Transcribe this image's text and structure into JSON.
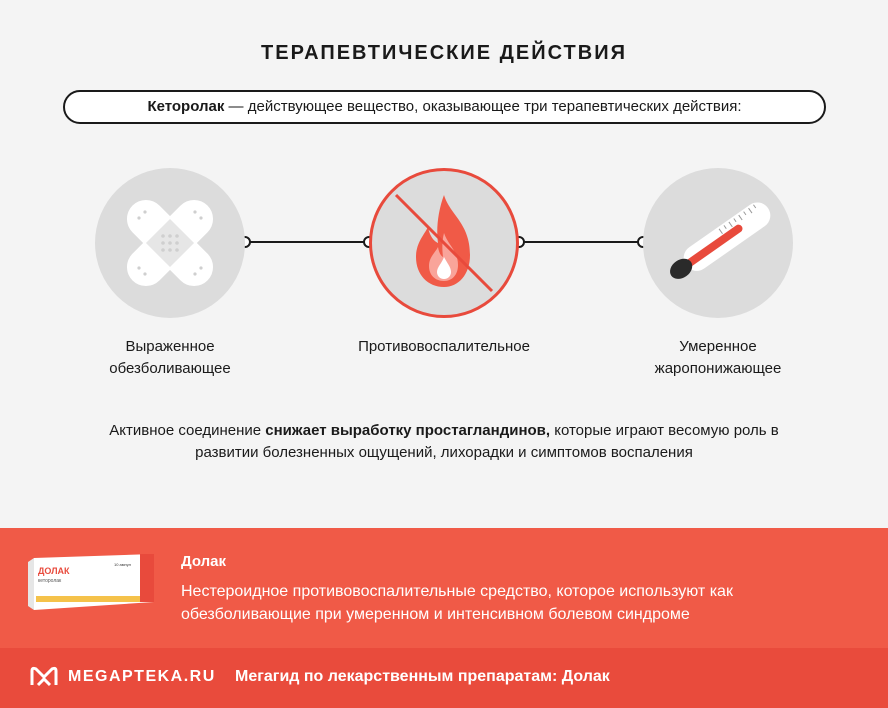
{
  "header": {
    "title": "ТЕРАПЕВТИЧЕСКИЕ ДЕЙСТВИЯ"
  },
  "intro": {
    "bold": "Кеторолак",
    "rest": " — действующее вещество, оказывающее три терапевтических действия:"
  },
  "effects": [
    {
      "label": "Выраженное обезболивающее",
      "icon": "bandage-icon"
    },
    {
      "label": "Противовоспалительное",
      "icon": "no-fire-icon"
    },
    {
      "label": "Умеренное жаропонижающее",
      "icon": "thermometer-icon"
    }
  ],
  "description": {
    "part1": "Активное соединение ",
    "bold": "снижает выработку простагландинов,",
    "part2": " которые играют весомую роль в развитии болезненных ощущений, лихорадки и симптомов воспаления"
  },
  "product": {
    "name": "Долак",
    "text": "Нестероидное противовоспалительные средство, которое используют как обезболивающие при умеренном и интенсивном болевом синдроме",
    "box_brand": "ДОЛАК",
    "box_subtitle": "кеторолак",
    "box_count": "10 ампул"
  },
  "footer": {
    "logo": "MEGAPTEKA.RU",
    "text": "Мегагид по лекарственным препаратам: Долак"
  },
  "colors": {
    "accent": "#f05a47",
    "footer": "#e94b3c",
    "circle": "#dcdcdc"
  }
}
